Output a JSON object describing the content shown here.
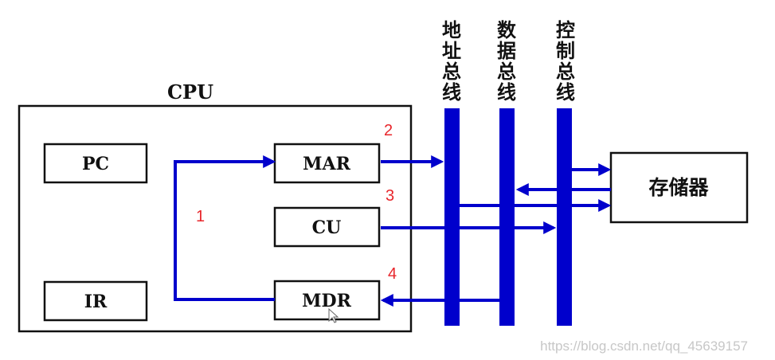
{
  "cpu": {
    "label": "CPU"
  },
  "registers": {
    "pc": "PC",
    "ir": "IR",
    "mar": "MAR",
    "cu": "CU",
    "mdr": "MDR"
  },
  "memory": {
    "label": "存储器"
  },
  "buses": {
    "address": [
      "地",
      "址",
      "总",
      "线"
    ],
    "data": [
      "数",
      "据",
      "总",
      "线"
    ],
    "control": [
      "控",
      "制",
      "总",
      "线"
    ]
  },
  "steps": [
    "1",
    "2",
    "3",
    "4"
  ],
  "watermark": "https://blog.csdn.net/qq_45639157",
  "colors": {
    "bus": "#0000cc",
    "step": "#e8262b",
    "box": "#111111"
  }
}
